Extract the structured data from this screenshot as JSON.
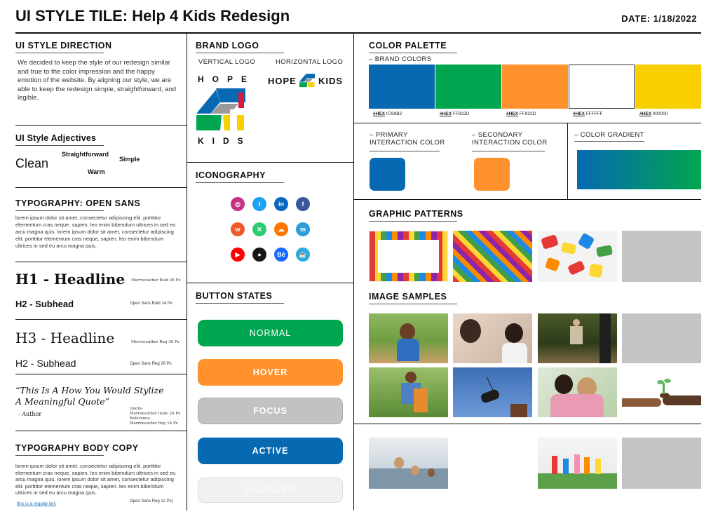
{
  "header": {
    "title": "UI STYLE TILE: Help 4 Kids Redesign",
    "date": "DATE: 1/18/2022"
  },
  "direction": {
    "heading": "UI STYLE DIRECTION",
    "text": "We decided to keep the style of our redesign similar and true to the color impression and the happy emotion of the website. By aligning our style, we are able to keep the redesign simple, straightforward, and legible."
  },
  "adjectives": {
    "heading": "UI Style Adjectives",
    "clean": "Clean",
    "straightforward": "Straightforward",
    "simple": "Simple",
    "warm": "Warm"
  },
  "typography": {
    "heading": "TYPOGRAPHY: OPEN SANS",
    "lorem": "lorem ipsum dolor sit amet, consectetur adipiscing elit. porttitor elementum cras neque, sapien. leo enim bibendum ultrices in sed eu arcu magna quis. lorem ipsum dolor sit amet, consectetur adipiscing elit. porttitor elementum cras neque, sapien. leo enim bibendum ultrices in sed eu arcu magna quis.",
    "h1": "H1 - Headline",
    "h1_note": "Merriweather Bold 36 Px",
    "h2a": "H2 - Subhead",
    "h2a_note": "Open Sans Bold 24 Px",
    "h3": "H3 - Headline",
    "h3_note": "Merriweather Reg 36 Px",
    "h2b": "H2 - Subhead",
    "h2b_note": "Open Sans  Reg 28 Px",
    "quote_l1": "“This Is A How You Would Stylize",
    "quote_l2": "A Meaningful Quote”",
    "author": "- Author",
    "quote_note": "Quote-\nMerriweather Italic 24 Px\nReference-\nMerriweather Reg 14 Px"
  },
  "body_copy": {
    "heading": "TYPOGRAPHY BODY COPY",
    "text": "lorem ipsum dolor sit amet, consectetur adipiscing elit. porttitor elementum cras neque, sapien. leo enim bibendum ultrices in sed eu arcu magna quis. lorem ipsum dolor sit amet, consectetur adipiscing elit. porttitor elementum cras neque, sapien. leo enim bibendum ultrices in sed eu arcu magna quis.",
    "link": "this is a regular link",
    "note": "Open Sans  Reg 12 Px)"
  },
  "brand_logo": {
    "heading": "BRAND LOGO",
    "vertical_cap": "VERTICAL LOGO",
    "horizontal_cap": "HORIZONTAL LOGO",
    "v_top": "HOPE",
    "v_bottom": "KIDS",
    "h_left": "HOPE",
    "h_right": "KIDS"
  },
  "iconography": {
    "heading": "ICONOGRAPHY",
    "icons": [
      {
        "glyph": "◎",
        "color": "#c13584"
      },
      {
        "glyph": "t",
        "color": "#1da1f2"
      },
      {
        "glyph": "in",
        "color": "#0a66c2"
      },
      {
        "glyph": "f",
        "color": "#3b5998"
      },
      {
        "glyph": "w",
        "color": "#f05a28"
      },
      {
        "glyph": "✕",
        "color": "#2ecc71"
      },
      {
        "glyph": "☁",
        "color": "#ff7700"
      },
      {
        "glyph": "m",
        "color": "#2d9cdb"
      },
      {
        "glyph": "▶",
        "color": "#ff0000"
      },
      {
        "glyph": "●",
        "color": "#181717"
      },
      {
        "glyph": "Bē",
        "color": "#1769ff"
      },
      {
        "glyph": "☕",
        "color": "#29abe0"
      }
    ]
  },
  "buttons": {
    "heading": "BUTTON STATES",
    "normal": "NORMAL",
    "hover": "HOVER",
    "focus": "FOCUS",
    "active": "ACTIVE",
    "disabled": "DISABLED"
  },
  "palette": {
    "heading": "COLOR PALETTE",
    "brand_caption": "– BRAND COLORS",
    "swatches": [
      {
        "color": "#0769B2",
        "label": "#HEX",
        "value": "0769B2"
      },
      {
        "color": "#00A64F",
        "label": "#HEX",
        "value": "FF922D"
      },
      {
        "color": "#FF922D",
        "label": "#HEX",
        "value": "FF922D"
      },
      {
        "color": "#FFFFFF",
        "label": "#HEX",
        "value": "FFFFFF"
      },
      {
        "color": "#F8D000",
        "label": "#HEX",
        "value": "000000"
      }
    ],
    "primary_cap": "– PRIMARY\nINTERACTION COLOR",
    "secondary_cap": "– SECONDARY\nINTERACTION COLOR",
    "gradient_cap": "– COLOR GRADIENT",
    "primary_color": "#0769B2",
    "secondary_color": "#FF922D"
  },
  "patterns": {
    "heading": "GRAPHIC PATTERNS"
  },
  "images": {
    "heading": "IMAGE SAMPLES"
  }
}
